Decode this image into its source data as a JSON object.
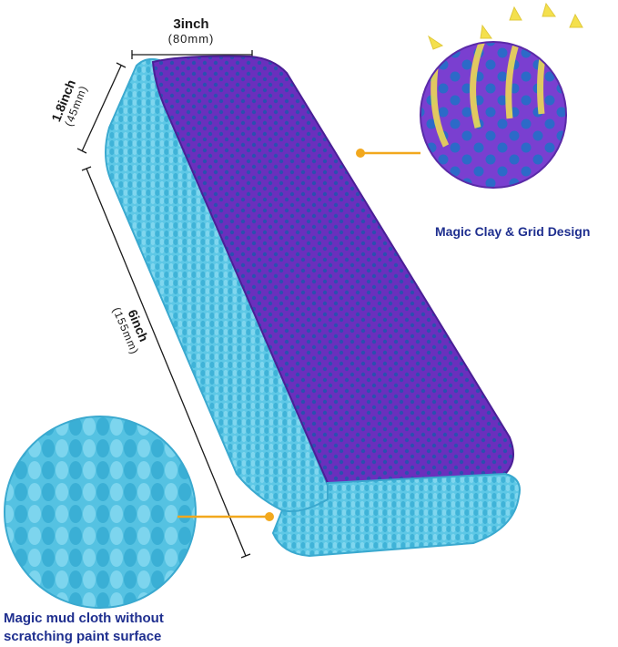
{
  "dimensions": {
    "width": {
      "inch": "3inch",
      "mm": "(80mm)"
    },
    "height": {
      "inch": "1.8inch",
      "mm": "(45mm)"
    },
    "length": {
      "inch": "6inch",
      "mm": "(155mm)"
    }
  },
  "callouts": {
    "top_right": "Magic Clay & Grid Design",
    "bottom_left_line1": "Magic mud cloth without",
    "bottom_left_line2": "scratching paint surface"
  },
  "colors": {
    "cloth": "#5cc6e4",
    "clay": "#6a2fb8",
    "accent_dot": "#f2a81d",
    "caption": "#1f2f8f",
    "arrow": "#f4e04d"
  }
}
